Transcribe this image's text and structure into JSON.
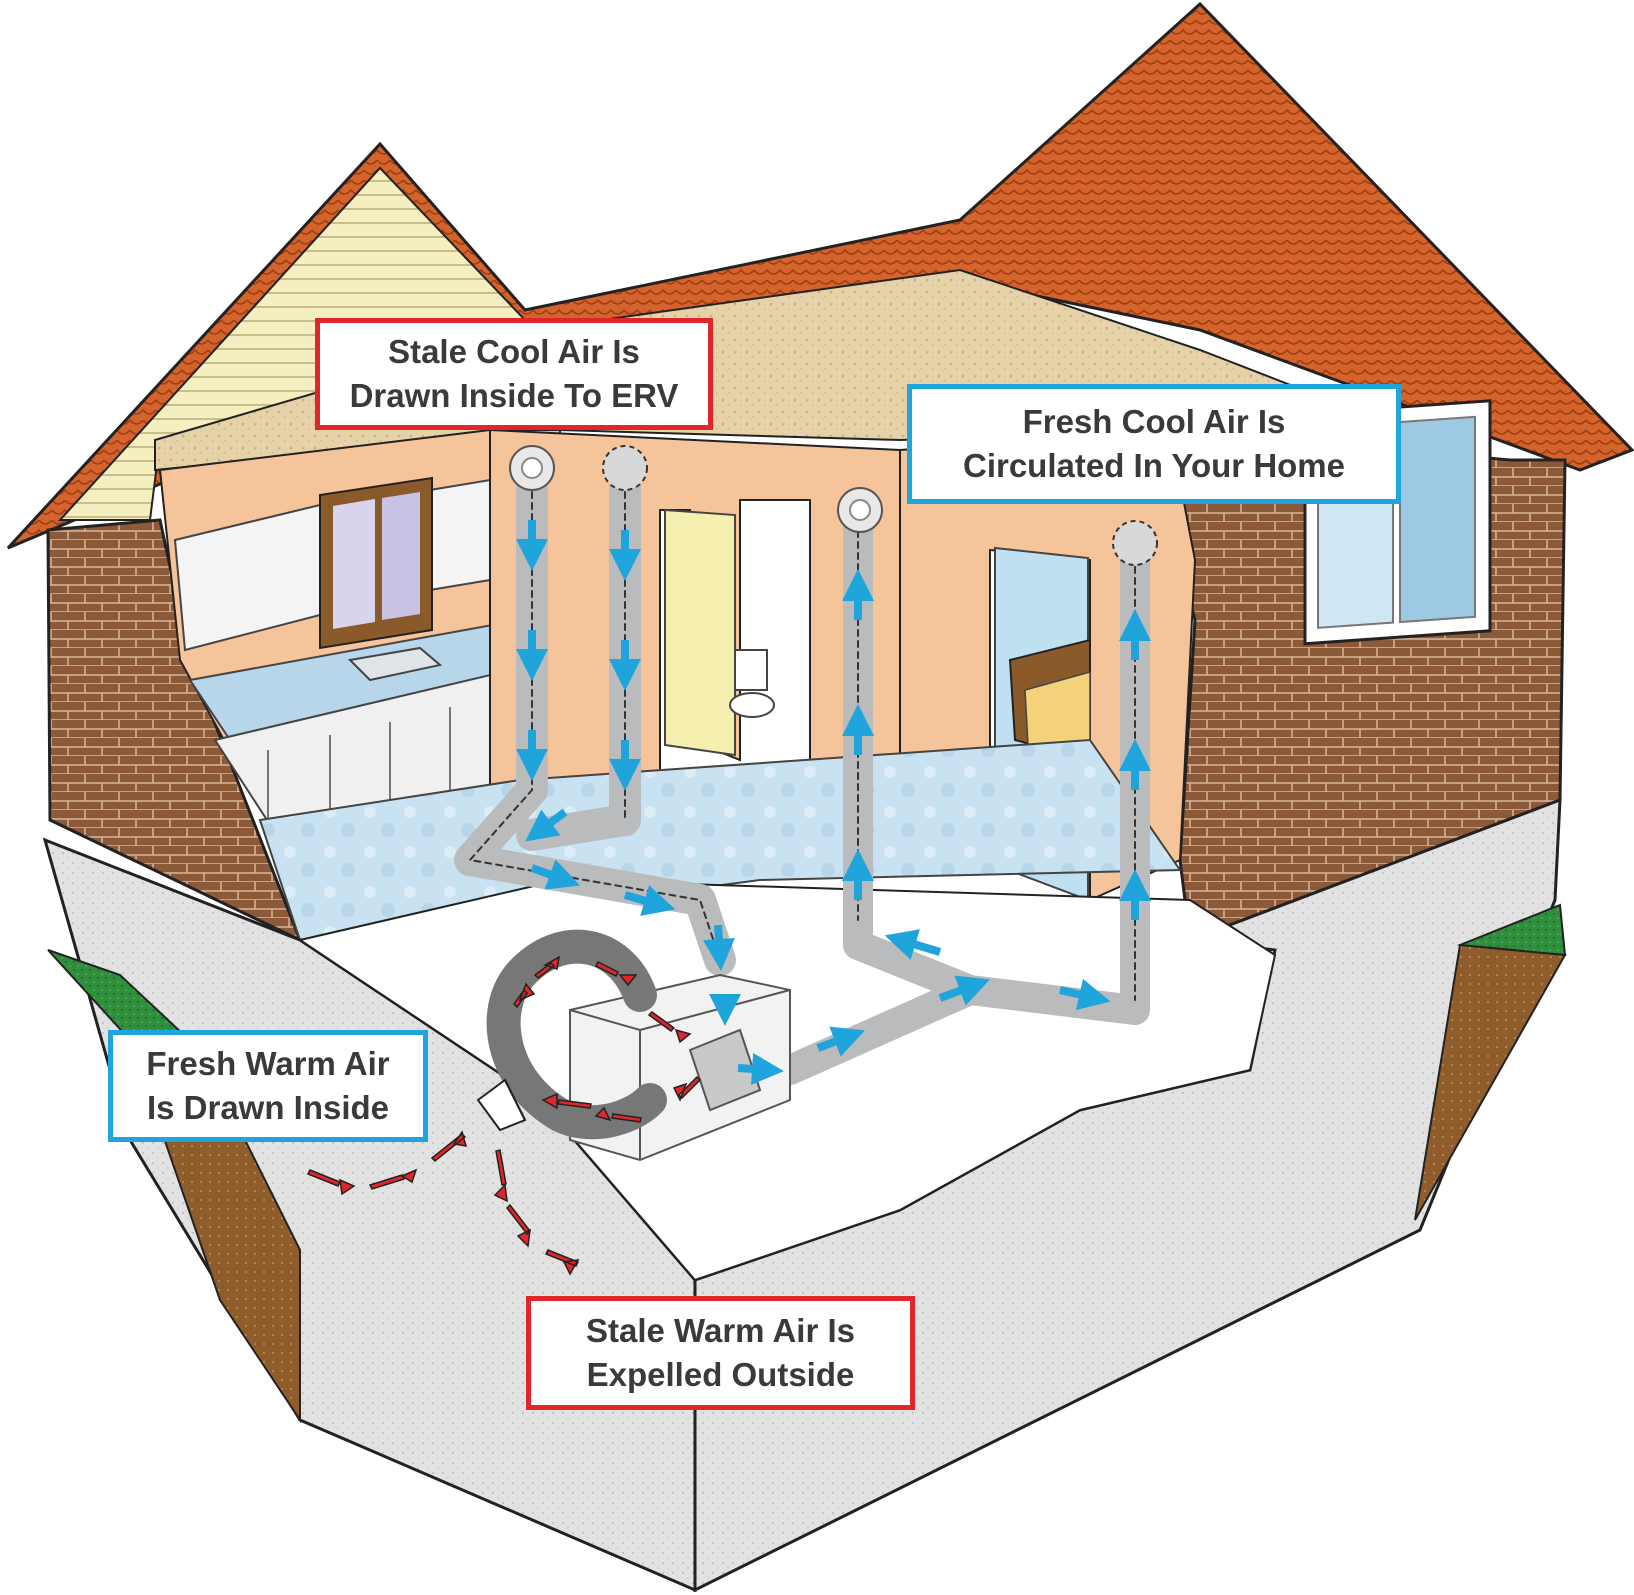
{
  "callouts": {
    "stale_cool": {
      "line1": "Stale Cool Air Is",
      "line2": "Drawn Inside To ERV",
      "border_color": "#e0262b"
    },
    "fresh_cool": {
      "line1": "Fresh Cool Air Is",
      "line2": "Circulated In Your Home",
      "border_color": "#1fa4db"
    },
    "fresh_warm": {
      "line1": "Fresh Warm Air",
      "line2": "Is Drawn Inside",
      "border_color": "#1fa4db"
    },
    "stale_warm": {
      "line1": "Stale Warm Air Is",
      "line2": "Expelled Outside",
      "border_color": "#e0262b"
    }
  },
  "colors": {
    "roof": "#d2602a",
    "brick": "#8a5a3a",
    "insulation": "#e3cfa3",
    "interior_wall": "#f6c49a",
    "duct": "#b9bbbd",
    "cool_arrow": "#1fa4db",
    "warm_arrow": "#e0262b",
    "foundation": "#dcdcdc",
    "grass": "#2e8b3a",
    "soil": "#8a5a2a"
  }
}
